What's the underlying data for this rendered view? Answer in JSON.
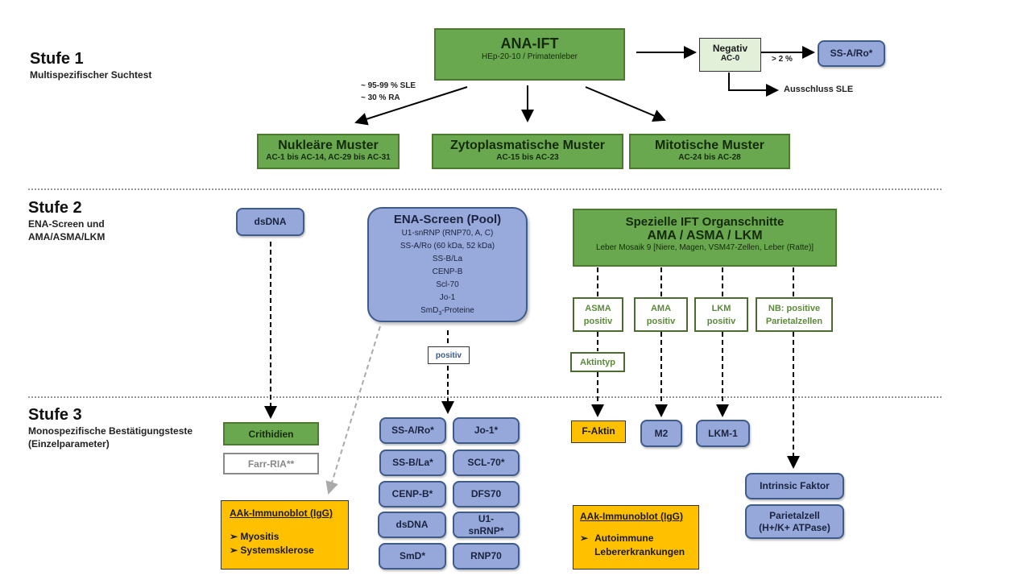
{
  "stages": [
    {
      "title": "Stufe 1",
      "subtitle_lines": [
        "Multispezifischer Suchtest"
      ]
    },
    {
      "title": "Stufe 2",
      "subtitle_lines": [
        "ENA-Screen und",
        "AMA/ASMA/LKM"
      ]
    },
    {
      "title": "Stufe 3",
      "subtitle_lines": [
        "Monospezifische Bestätigungsteste",
        "(Einzelparameter)"
      ]
    }
  ],
  "stage1": {
    "ana_ift": {
      "title": "ANA-IFT",
      "subtitle": "HEp-20-10 / Primatenleber"
    },
    "prevalence_note": [
      "~ 95-99 % SLE",
      "~ 30 % RA"
    ],
    "negativ": {
      "title": "Negativ",
      "subtitle": "AC-0"
    },
    "threshold_label": "> 2 %",
    "ssa_ro": "SS-A/Ro*",
    "exclusion": "Ausschluss SLE",
    "patterns": [
      {
        "title": "Nukleäre Muster",
        "range": "AC-1 bis AC-14, AC-29 bis AC-31"
      },
      {
        "title": "Zytoplasmatische Muster",
        "range": "AC-15 bis AC-23"
      },
      {
        "title": "Mitotische Muster",
        "range": "AC-24 bis AC-28"
      }
    ]
  },
  "stage2": {
    "dsdna": "dsDNA",
    "ena_screen": {
      "title": "ENA-Screen (Pool)",
      "items": [
        "U1-snRNP (RNP70, A, C)",
        "SS-A/Ro (60 kDa, 52 kDa)",
        "SS-B/La",
        "CENP-B",
        "Scl-70",
        "Jo-1"
      ],
      "last_item_prefix": "SmD",
      "last_item_sub": "3",
      "last_item_suffix": "-Proteine"
    },
    "positiv_label": "positiv",
    "ift_organ": {
      "title": "Spezielle IFT Organschnitte",
      "subtitle": "AMA / ASMA / LKM",
      "detail": "Leber Mosaik 9 [Niere, Magen, VSM47-Zellen, Leber (Ratte)]"
    },
    "results": [
      {
        "line1": "ASMA",
        "line2": "positiv"
      },
      {
        "line1": "AMA",
        "line2": "positiv"
      },
      {
        "line1": "LKM",
        "line2": "positiv"
      },
      {
        "line1": "NB: positive",
        "line2": "Parietalzellen"
      }
    ],
    "aktintyp": "Aktintyp"
  },
  "stage3": {
    "crithidien": "Crithidien",
    "farr_ria": "Farr-RIA**",
    "immunoblot_left": {
      "title": "AAk-Immunoblot (IgG)",
      "items": [
        "Myositis",
        "Systemsklerose"
      ]
    },
    "single_tests": [
      [
        "SS-A/Ro*",
        "Jo-1*"
      ],
      [
        "SS-B/La*",
        "SCL-70*"
      ],
      [
        "CENP-B*",
        "DFS70"
      ],
      [
        "dsDNA",
        "U1-snRNP*"
      ],
      [
        "SmD*",
        "RNP70"
      ]
    ],
    "f_aktin": "F-Aktin",
    "m2": "M2",
    "lkm1": "LKM-1",
    "intrinsic_faktor": "Intrinsic Faktor",
    "parietalzell": {
      "line1": "Parietalzell",
      "line2": "(H+/K+ ATPase)"
    },
    "immunoblot_right": {
      "title": "AAk-Immunoblot (IgG)",
      "items": [
        "Autoimmune Lebererkrankungen"
      ]
    }
  },
  "colors": {
    "green_fill": "#6aa84f",
    "blue_fill": "#95a8d9",
    "orange_fill": "#ffc000",
    "light_green_fill": "#e2efd9"
  }
}
